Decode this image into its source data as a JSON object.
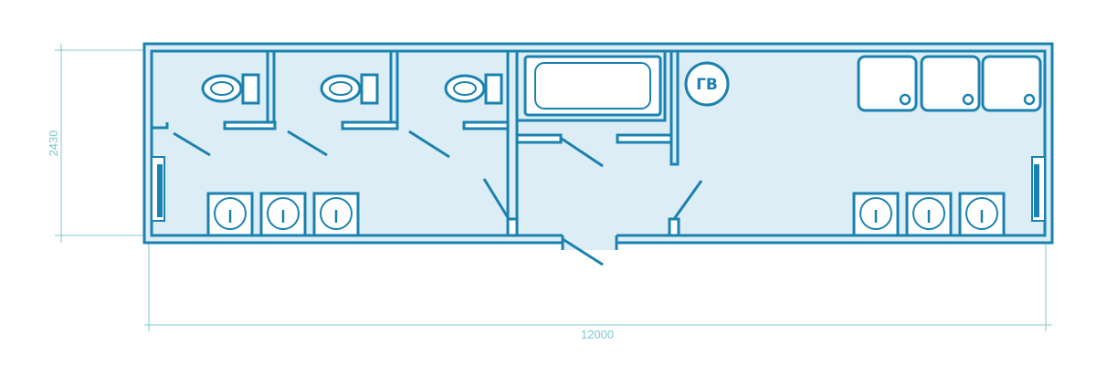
{
  "dimensions": {
    "width_label": "12000",
    "height_label": "2430"
  },
  "labels": {
    "water_heater": "ГВ"
  },
  "colors": {
    "wall": "#1a82b0",
    "floor": "#dcedf6",
    "dimension": "#7cc9cf",
    "fixture_fill": "#ffffff"
  },
  "fixtures": {
    "toilet_icon": "toilet-icon",
    "sink_icon": "sink-icon",
    "bathtub_icon": "bathtub-icon",
    "cabinet_icon": "cabinet-icon",
    "window_icon": "window-icon",
    "door_icon": "door-swing-icon"
  }
}
